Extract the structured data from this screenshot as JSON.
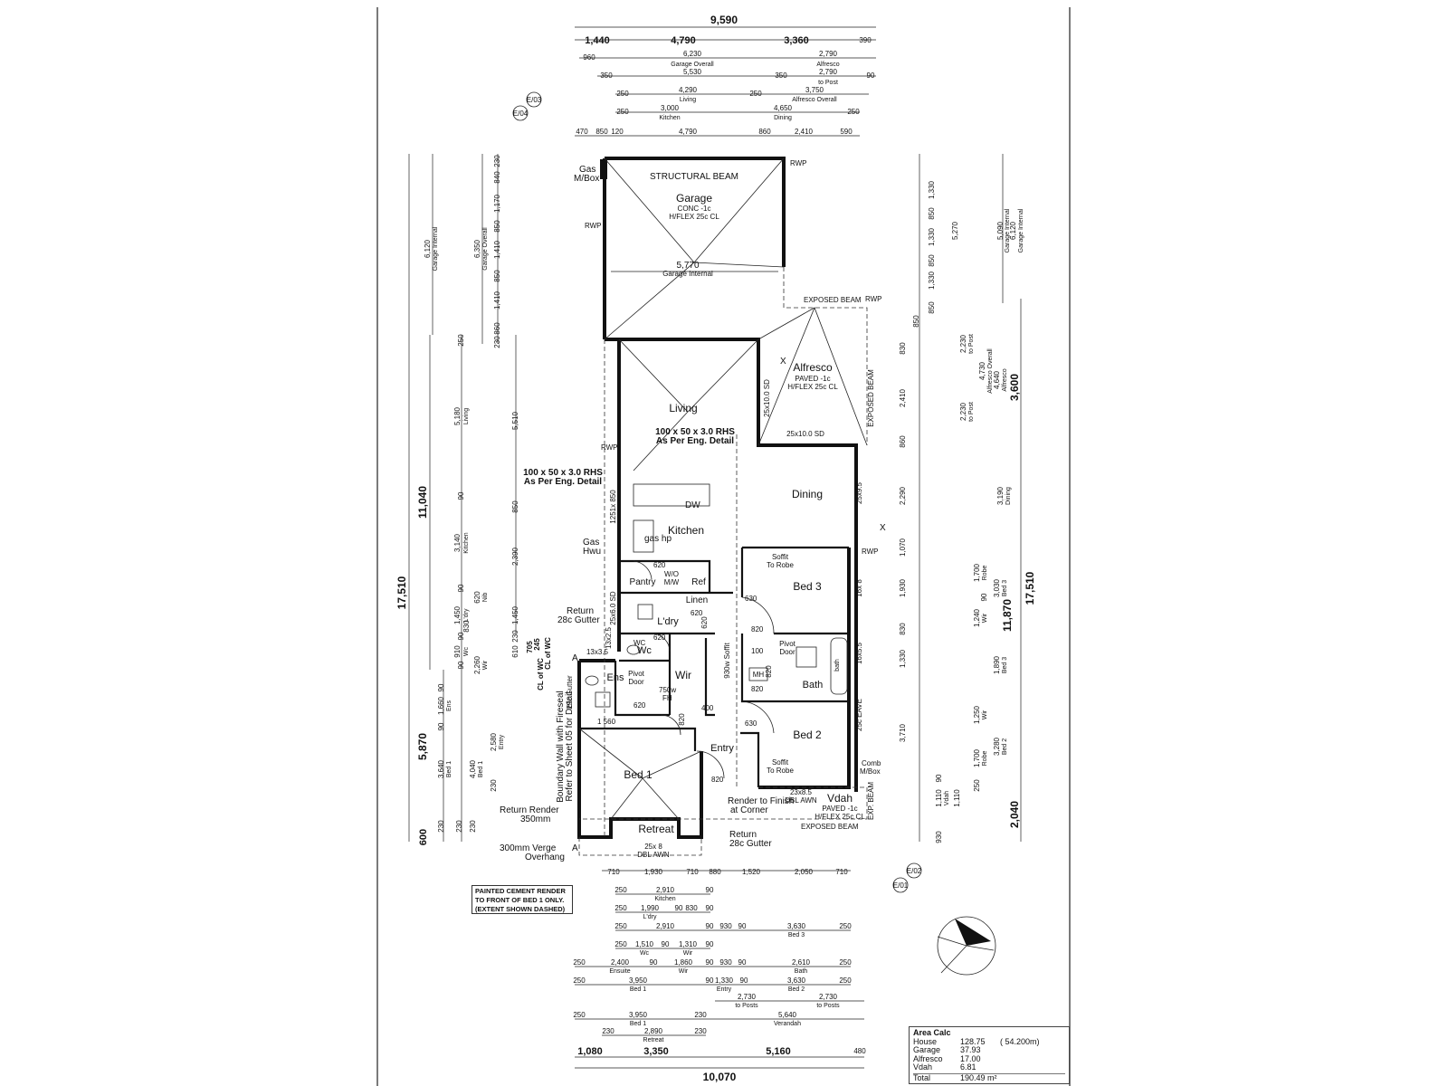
{
  "dims": {
    "top_overall": "9,590",
    "top_row1": [
      "1,440",
      "4,790",
      "3,360",
      "390"
    ],
    "top_row2_first": "960",
    "garage_overall": "6,230",
    "garage_overall_label": "Garage Overall",
    "alfresco_w": "2,790",
    "alfresco_w_label": "Alfresco",
    "top_row3": [
      "350",
      "5,530",
      "350",
      "2,790",
      "90"
    ],
    "to_post_label": "to Post",
    "top_row4": [
      "250",
      "4,290",
      "250",
      "3,750"
    ],
    "living_label": "Living",
    "alfresco_overall_label": "Alfresco Overall",
    "top_row5": [
      "250",
      "3,000",
      "4,650",
      "250"
    ],
    "kitchen_label": "Kitchen",
    "dining_label": "Dining",
    "top_row6": [
      "470",
      "850",
      "120",
      "4,790",
      "860",
      "2,410",
      "590"
    ],
    "left_overall": "17,510",
    "left_11040": "11,040",
    "left_5870": "5,870",
    "left_600": "600",
    "left_garage": [
      "6,120",
      "Garage Internal"
    ],
    "left_garage_overall": [
      "6,350",
      "Garage Overall"
    ],
    "left_garage_segs": [
      "230",
      "840",
      "1,170",
      "850",
      "1,410",
      "850",
      "1,410",
      "230",
      "860"
    ],
    "left_living": [
      "250",
      "5,180",
      "Living"
    ],
    "left_5510": "5,510",
    "left_850": "850",
    "left_2390": "2,390",
    "left_1450": "1,450",
    "left_kitchen": [
      "90",
      "3,140",
      "Kitchen"
    ],
    "left_mid": [
      "90",
      "1,450",
      "L'dry",
      "830",
      "620",
      "Nib",
      "90",
      "Wc",
      "910",
      "90",
      "2,260",
      "Wir",
      "90",
      "1,660",
      "Ens",
      "90"
    ],
    "left_bed1": [
      "3,640",
      "Bed 1",
      "4,040",
      "Bed 1",
      "2,580",
      "Entry"
    ],
    "left_bottom": [
      "230",
      "230",
      "230",
      "230"
    ],
    "left_wc": [
      "610",
      "230",
      "705",
      "245"
    ],
    "cl_wc": "CL of WC",
    "cl_wc2": "CL of WC",
    "right_overall": "17,510",
    "right_11870": "11,870",
    "right_3600": "3,600",
    "right_2040": "2,040",
    "right_garage": [
      "5,090",
      "Garage Internal",
      "6,120",
      "Garage Internal",
      "5,270",
      "1,330",
      "850",
      "1,330",
      "850",
      "1,330",
      "850",
      "850"
    ],
    "right_alfresco": [
      "2,230",
      "to Post",
      "4,730",
      "Alfresco Overall",
      "4,640",
      "Alfresco",
      "2,230",
      "to Post"
    ],
    "right_rooms": [
      "830",
      "2,410",
      "860",
      "2,290",
      "1,070",
      "1,930",
      "830",
      "1,330",
      "3,710"
    ],
    "right_dining": [
      "3,190",
      "Dining"
    ],
    "right_robe": [
      "1,700",
      "Robe",
      "3,030",
      "Bed 3",
      "90",
      "1,240",
      "Wir",
      "1,890",
      "Bed 3"
    ],
    "right_bed2": [
      "1,250",
      "Wir",
      "1,700",
      "Robe",
      "3,280",
      "Bed 2"
    ],
    "right_vdah": [
      "1,110",
      "Vdah",
      "1,110",
      "90",
      "930",
      "250"
    ],
    "bottom_row1": [
      "710",
      "1,930",
      "710",
      "880",
      "1,520",
      "2,050",
      "710"
    ],
    "bottom_rows": [
      [
        "250",
        "2,910",
        "90",
        "Kitchen"
      ],
      [
        "250",
        "1,990",
        "90",
        "830",
        "90",
        "L'dry"
      ],
      [
        "250",
        "2,910",
        "90",
        "930",
        "90",
        "3,630",
        "250",
        "Bed 3"
      ],
      [
        "250",
        "1,510",
        "90",
        "1,310",
        "90",
        "Wc",
        "Wir"
      ],
      [
        "250",
        "2,400",
        "90",
        "1,860",
        "90",
        "930",
        "90",
        "2,610",
        "250",
        "Ensuite",
        "Wir",
        "Bath"
      ],
      [
        "250",
        "3,950",
        "90",
        "1,330",
        "90",
        "3,630",
        "250",
        "Bed 1",
        "Entry",
        "Bed 2"
      ],
      [
        "2,730",
        "to Posts",
        "2,730",
        "to Posts"
      ],
      [
        "250",
        "3,950",
        "230",
        "5,640",
        "Bed 1",
        "Verandah"
      ],
      [
        "230",
        "2,890",
        "230",
        "Retreat"
      ]
    ],
    "bottom_last": [
      "1,080",
      "3,350",
      "5,160",
      "480"
    ],
    "bottom_overall": "10,070"
  },
  "rooms": {
    "garage": "Garage",
    "garage_spec1": "CONC -1c",
    "garage_spec2": "H/FLEX 25c CL",
    "structural_beam": "STRUCTURAL BEAM",
    "garage_internal": "5,770",
    "garage_internal_label": "Garage Internal",
    "alfresco": "Alfresco",
    "alfresco_spec1": "PAVED -1c",
    "alfresco_spec2": "H/FLEX 25c CL",
    "living": "Living",
    "dining": "Dining",
    "kitchen": "Kitchen",
    "bed3": "Bed 3",
    "bed2": "Bed 2",
    "bed1": "Bed 1",
    "retreat": "Retreat",
    "bath": "Bath",
    "bath_small": "bath",
    "ens": "Ens",
    "wc": "Wc",
    "ldry": "L'dry",
    "wir": "Wir",
    "entry": "Entry",
    "vdah": "Vdah",
    "vdah_spec1": "PAVED -1c",
    "vdah_spec2": "H/FLEX 25c CL",
    "pantry": "Pantry",
    "ref": "Ref",
    "linen": "Linen",
    "wo_mw": "W/O",
    "wo_mw2": "M/W",
    "pivot_door": "Pivot",
    "pivot_door2": "Door",
    "pivot_door_a": "Pivot",
    "pivot_door_b": "Door",
    "mh": "MH",
    "soffit_robe": "Soffit",
    "soffit_robe2": "To Robe",
    "soffit_robe3": "Soffit",
    "soffit_robe4": "To Robe"
  },
  "labels": {
    "gas_mbox": "Gas",
    "gas_mbox2": "M/Box",
    "rwp": "RWP",
    "exposed_beam": "EXPOSED BEAM",
    "exposed_beam_v": "EXPOSED BEAM",
    "exp_beam": "EXP. BEAM",
    "exposed_beam_b": "EXPOSED BEAM",
    "rhs1": "100 x 50 x 3.0 RHS",
    "rhs1b": "As Per Eng. Detail",
    "rhs2": "100 x 50 x 3.0 RHS",
    "rhs2b": "As Per Eng. Detail",
    "sd1": "25x10.0 SD",
    "sd2": "25x10.0 SD",
    "sd3": "25x6.0 SD",
    "w1": "25x9.5",
    "w2": "16x 8",
    "w3": "16x5.5",
    "w4": "25c EAVE",
    "w5": "1251x 850",
    "w6": "13x3.5",
    "w7": "13x2.5",
    "dw": "DW",
    "gas_hp": "gas hp",
    "gas_hwu": "Gas",
    "gas_hwu2": "Hwu",
    "return_gutter": "Return",
    "return_gutter2": "28c Gutter",
    "gutter29": "29c Gutter",
    "boundary1": "Boundary Wall with Fireseal",
    "boundary2": "Refer to Sheet 05 for Detail",
    "d620a": "620",
    "d620b": "620",
    "d620c": "620",
    "d620d": "620",
    "d620e": "620",
    "d820a": "820",
    "d820b": "820",
    "d820c": "820",
    "d820d": "820",
    "d820e": "820",
    "d630a": "630",
    "d630b": "630",
    "d100": "100",
    "d400": "400",
    "d1560": "1 560",
    "fh": "750w",
    "fh2": "FH",
    "soffit930": "930w Soffit",
    "render_corner": "Render to Finish",
    "render_corner2": "at Corner",
    "return_render": "Return Render",
    "return_render2": "350mm",
    "verge": "300mm Verge",
    "verge2": "Overhang",
    "return28": "Return",
    "return28b": "28c Gutter",
    "dbl_awn1": "23x8.5",
    "dbl_awn1b": "DBL AWN",
    "dbl_awn2": "25x 8",
    "dbl_awn2b": "DBL AWN",
    "comb_mbox": "Comb",
    "comb_mbox2": "M/Box",
    "section_a": "A",
    "section_a2": "A",
    "section_x": "X",
    "section_x2": "X",
    "elev_e03": "E/03",
    "elev_e04": "E/04",
    "elev_e02": "E/02",
    "elev_e01": "E/01",
    "wc_lbl": "WC"
  },
  "note": {
    "line1": "PAINTED CEMENT RENDER",
    "line2": "TO FRONT OF BED 1 ONLY.",
    "line3": "(EXTENT SHOWN DASHED)"
  },
  "area_calc": {
    "title": "Area Calc",
    "rows": [
      {
        "name": "House",
        "value": "128.75",
        "note": "( 54.200m)"
      },
      {
        "name": "Garage",
        "value": "37.93",
        "note": ""
      },
      {
        "name": "Alfresco",
        "value": "17.00",
        "note": ""
      },
      {
        "name": "Vdah",
        "value": "6.81",
        "note": ""
      }
    ],
    "total_label": "Total",
    "total_value": "190.49 m²"
  }
}
